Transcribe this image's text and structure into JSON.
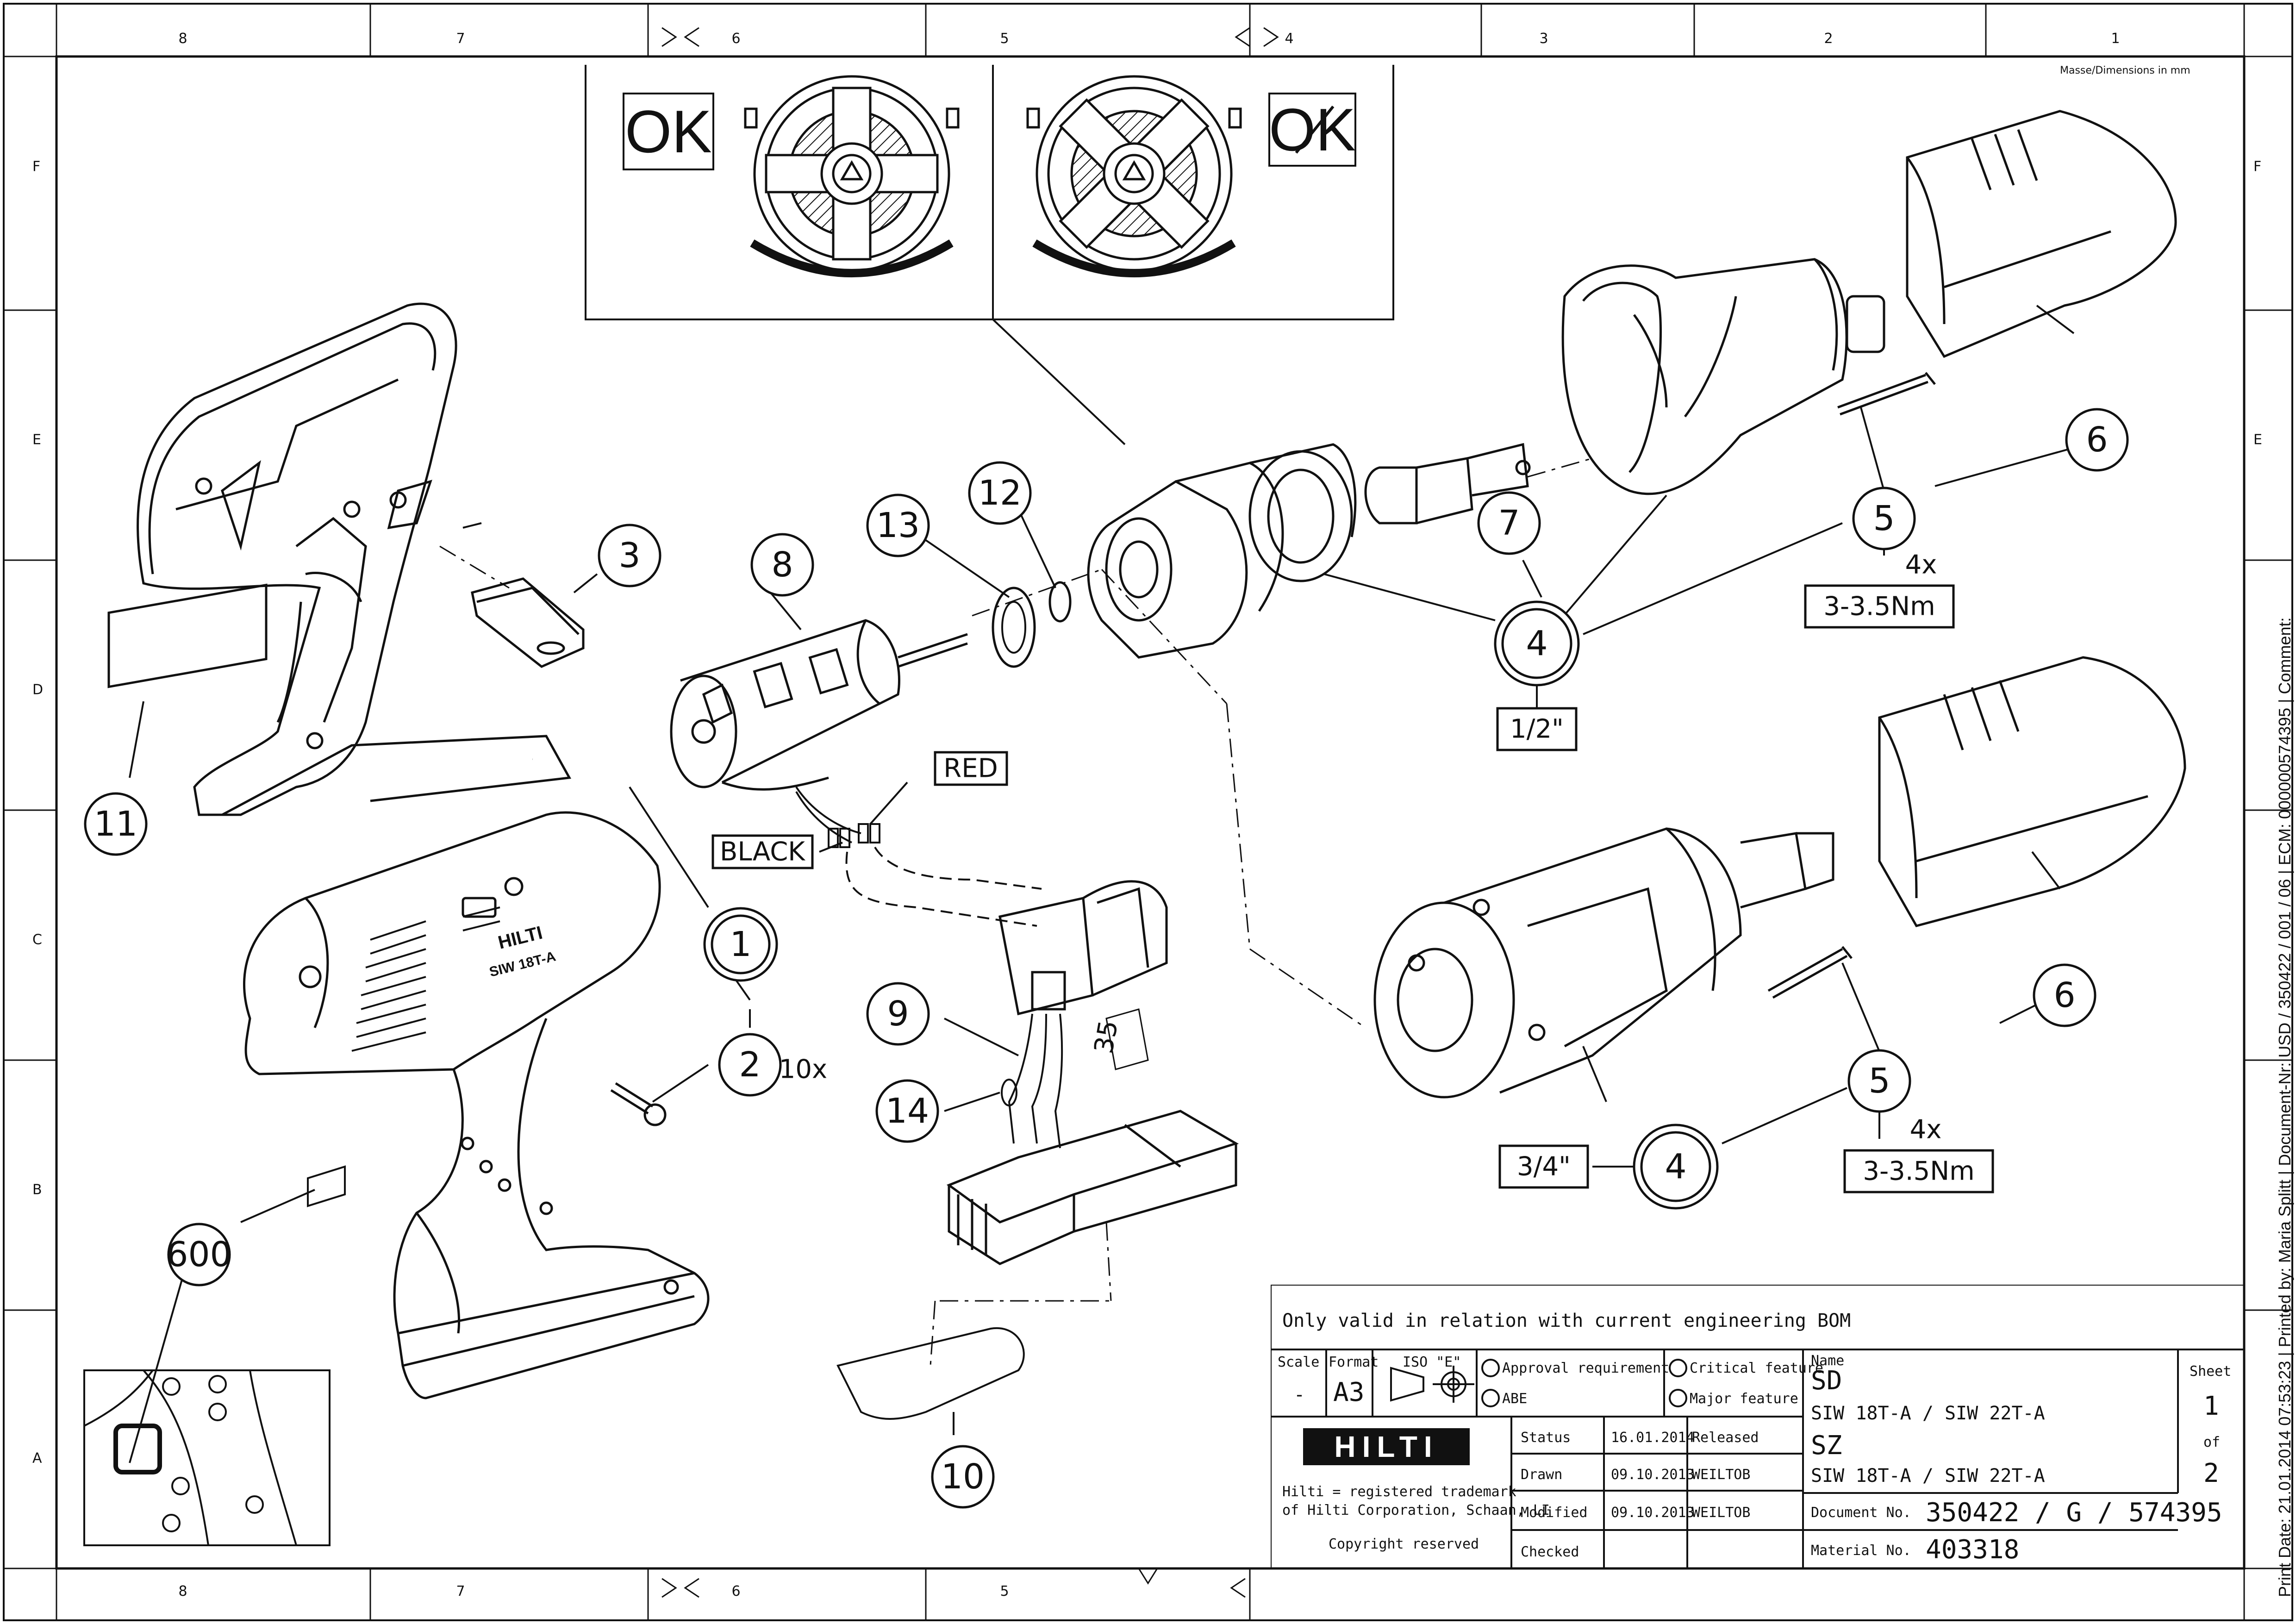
{
  "sheet": {
    "dimensions_note": "Masse/Dimensions in mm",
    "zone_columns": [
      "8",
      "7",
      "6",
      "5",
      "4",
      "3",
      "2",
      "1"
    ],
    "zone_rows": [
      "F",
      "E",
      "D",
      "C",
      "B",
      "A"
    ],
    "side_print_text": "Print Date: 21.01.2014 07:53:23 | Printed by: Maria Splitt | Document-Nr: USD / 350422 / 001 / 06 | ECM: 000000574395 | Comment:"
  },
  "inset": {
    "ok_label": "OK",
    "not_ok_label": "OK"
  },
  "callouts": {
    "c1": "1",
    "c2": "2",
    "c3": "3",
    "c4a": "4",
    "c4b": "4",
    "c5a": "5",
    "c5b": "5",
    "c6a": "6",
    "c6b": "6",
    "c7": "7",
    "c8": "8",
    "c9": "9",
    "c10": "10",
    "c11": "11",
    "c12": "12",
    "c13": "13",
    "c14": "14",
    "c600": "600"
  },
  "labels": {
    "qty_10x": "10x",
    "qty_4x_a": "4x",
    "qty_4x_b": "4x",
    "torque_a": "3-3.5Nm",
    "torque_b": "3-3.5Nm",
    "drive_half": "1/2\"",
    "drive_three_quarter": "3/4\"",
    "wire_red": "RED",
    "wire_black": "BLACK",
    "dim_35": "35",
    "housing_brand": "HILTI",
    "housing_model": "SIW 18T-A"
  },
  "title_block": {
    "validity_note": "Only valid in relation with current engineering BOM",
    "scale_header": "Scale",
    "scale_value": "-",
    "format_header": "Format",
    "format_value": "A3",
    "iso_header": "ISO \"E\"",
    "approval_requirement": "Approval requirement",
    "abe": "ABE",
    "critical_feature": "Critical feature",
    "major_feature": "Major feature",
    "trademark_line1": "Hilti = registered trademark",
    "trademark_line2": "of Hilti Corporation, Schaan, LI",
    "copyright": "Copyright reserved",
    "logo_text": "HILTI",
    "status_label": "Status",
    "status_date": "16.01.2014",
    "status_value": "Released",
    "drawn_label": "Drawn",
    "drawn_date": "09.10.2013",
    "drawn_by": "WEILTOB",
    "modified_label": "Modified",
    "modified_date": "09.10.2013",
    "modified_by": "WEILTOB",
    "checked_label": "Checked",
    "name_label": "Name",
    "sd_code": "SD",
    "sd_name": "SIW 18T-A / SIW 22T-A",
    "sz_code": "SZ",
    "sz_name": "SIW 18T-A / SIW 22T-A",
    "document_no_label": "Document No.",
    "document_no": "350422 / G / 574395",
    "material_no_label": "Material No.",
    "material_no": "403318",
    "sheet_label": "Sheet",
    "sheet_value": "1",
    "of_label": "of",
    "sheet_total": "2"
  }
}
